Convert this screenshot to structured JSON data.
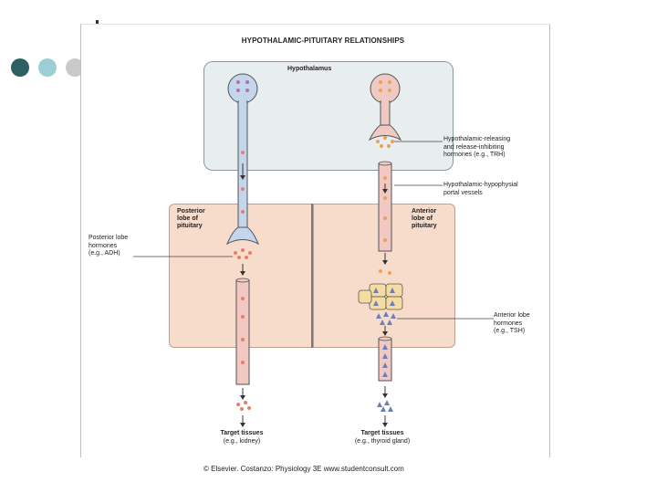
{
  "figure": {
    "title": "HYPOTHALAMIC-PITUITARY RELATIONSHIPS",
    "regions": {
      "hypothalamus": "Hypothalamus",
      "posterior": "Posterior\nlobe of\npituitary",
      "anterior": "Anterior\nlobe of\npituitary"
    },
    "annotations": {
      "releasing_hormones": "Hypothalamic-releasing\nand release-inhibiting\nhormones (e.g., TRH)",
      "portal_vessels": "Hypothalamic-hypophysial\nportal vessels",
      "posterior_hormones": "Posterior lobe\nhormones\n(e.g., ADH)",
      "anterior_hormones": "Anterior lobe\nhormones\n(e.g., TSH)"
    },
    "targets": {
      "left": {
        "heading": "Target tissues",
        "example": "(e.g., kidney)"
      },
      "right": {
        "heading": "Target tissues",
        "example": "(e.g., thyroid gland)"
      }
    },
    "copyright": "© Elsevier. Costanzo: Physiology 3E www.studentconsult.com"
  },
  "colors": {
    "neuron_left": "#c4d6ec",
    "neuron_right": "#f0c9c2",
    "vessel": "#f2c8c3",
    "hormone_dot": "#e77f6a",
    "hormone_dot_right": "#e8a25c",
    "triangle": "#6d7fb8",
    "cell": "#f6dca0",
    "slide_dot_dark": "#2e5f62",
    "slide_dot_light": "#9ccfd4"
  }
}
